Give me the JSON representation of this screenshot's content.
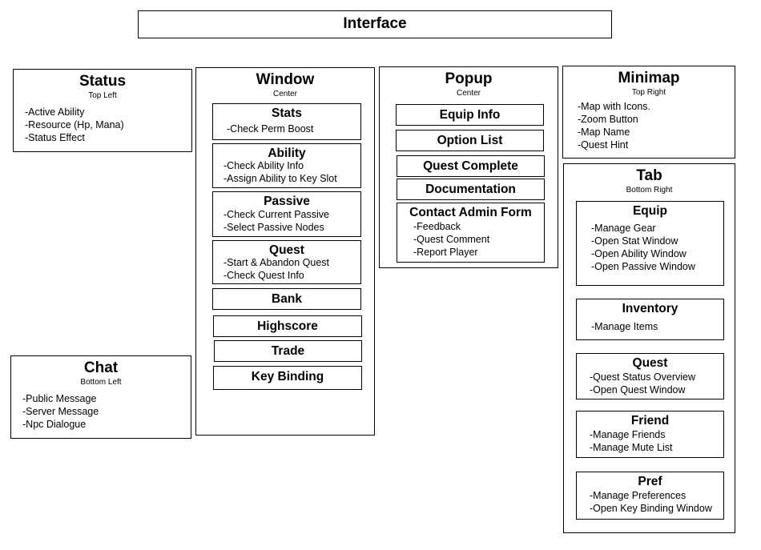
{
  "interface": {
    "title": "Interface"
  },
  "status": {
    "title": "Status",
    "position": "Top Left",
    "items": [
      "-Active Ability",
      "-Resource (Hp, Mana)",
      "-Status Effect"
    ]
  },
  "chat": {
    "title": "Chat",
    "position": "Bottom Left",
    "items": [
      "-Public Message",
      "-Server Message",
      "-Npc Dialogue"
    ]
  },
  "window": {
    "title": "Window",
    "position": "Center",
    "stats": {
      "title": "Stats",
      "items": [
        "-Check Perm Boost"
      ]
    },
    "ability": {
      "title": "Ability",
      "items": [
        "-Check Ability Info",
        "-Assign Ability to Key Slot"
      ]
    },
    "passive": {
      "title": "Passive",
      "items": [
        "-Check Current Passive",
        "-Select Passive Nodes"
      ]
    },
    "quest": {
      "title": "Quest",
      "items": [
        "-Start & Abandon Quest",
        "-Check Quest Info"
      ]
    },
    "bank": "Bank",
    "highscore": "Highscore",
    "trade": "Trade",
    "key_binding": "Key Binding"
  },
  "popup": {
    "title": "Popup",
    "position": "Center",
    "equip_info": "Equip Info",
    "option_list": "Option List",
    "quest_complete": "Quest Complete",
    "documentation": "Documentation",
    "contact": {
      "title": "Contact Admin Form",
      "items": [
        "-Feedback",
        "-Quest Comment",
        "-Report Player"
      ]
    }
  },
  "minimap": {
    "title": "Minimap",
    "position": "Top Right",
    "items": [
      "-Map with Icons.",
      "-Zoom Button",
      "-Map Name",
      "-Quest Hint"
    ]
  },
  "tab": {
    "title": "Tab",
    "position": "Bottom Right",
    "equip": {
      "title": "Equip",
      "items": [
        "-Manage Gear",
        "-Open Stat Window",
        "-Open Ability Window",
        "-Open Passive Window"
      ]
    },
    "inventory": {
      "title": "Inventory",
      "items": [
        "-Manage Items"
      ]
    },
    "quest": {
      "title": "Quest",
      "items": [
        "-Quest Status Overview",
        "-Open Quest Window"
      ]
    },
    "friend": {
      "title": "Friend",
      "items": [
        "-Manage Friends",
        "-Manage Mute List"
      ]
    },
    "pref": {
      "title": "Pref",
      "items": [
        "-Manage Preferences",
        "-Open Key Binding Window"
      ]
    }
  }
}
